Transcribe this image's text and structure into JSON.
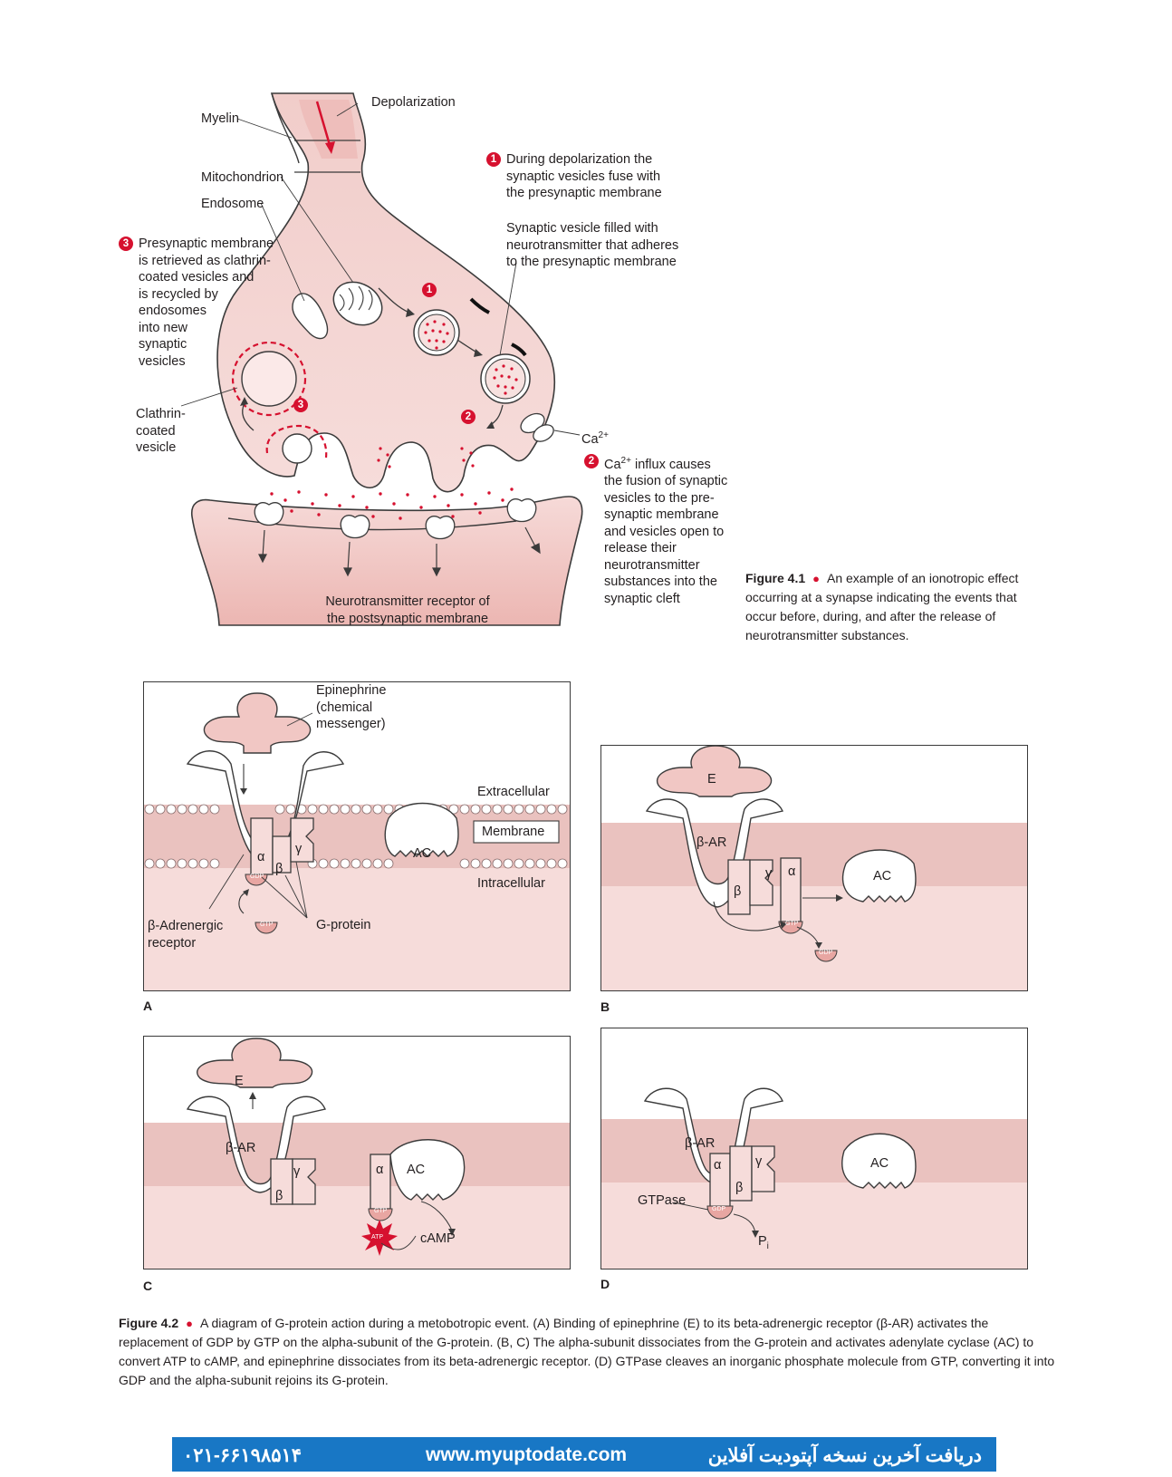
{
  "fig41": {
    "labels": {
      "myelin": "Myelin",
      "depolarization": "Depolarization",
      "mitochondrion": "Mitochondrion",
      "endosome": "Endosome",
      "step3": "Presynaptic membrane\nis retrieved as clathrin-\ncoated vesicles and\nis recycled by\nendosomes\ninto new\nsynaptic\nvesicles",
      "clathrin": "Clathrin-\ncoated\nvesicle",
      "step1": "During depolarization the\nsynaptic vesicles fuse with\nthe presynaptic membrane",
      "synaptic_vesicle": "Synaptic vesicle filled with\nneurotransmitter that adheres\nto the presynaptic membrane",
      "ca": "Ca",
      "ca_sup": "2+",
      "step2_a": "Ca",
      "step2_sup": "2+",
      "step2_b": " influx causes\nthe fusion of synaptic\nvesicles to the pre-\nsynaptic membrane\nand vesicles open to\nrelease their\nneurotransmitter\nsubstances into the\nsynaptic cleft",
      "receptor": "Neurotransmitter receptor of\nthe postsynaptic membrane"
    },
    "markers": {
      "one": "1",
      "two": "2",
      "three": "3"
    },
    "caption_title": "Figure 4.1",
    "caption_text": "An example of an ionotropic effect\noccurring at a synapse indicating the events that\noccur before, during, and after the release of\nneurotransmitter substances."
  },
  "fig42": {
    "panelA": {
      "label": "A",
      "epinephrine": "Epinephrine\n(chemical\nmessenger)",
      "extracellular": "Extracellular",
      "membrane": "Membrane",
      "intracellular": "Intracellular",
      "ac": "AC",
      "receptor": "β-Adrenergic\nreceptor",
      "gprotein": "G-protein",
      "alpha": "α",
      "beta": "β",
      "gamma": "γ",
      "gdp": "GDP",
      "gtp": "GTP"
    },
    "panelB": {
      "label": "B",
      "e": "E",
      "bar": "β-AR",
      "ac": "AC",
      "alpha": "α",
      "beta": "β",
      "gamma": "γ",
      "gtp": "GTP",
      "gdp": "GDP"
    },
    "panelC": {
      "label": "C",
      "e": "E",
      "bar": "β-AR",
      "ac": "AC",
      "alpha": "α",
      "beta": "β",
      "gamma": "γ",
      "gtp": "GTP",
      "atp": "ATP",
      "camp": "cAMP"
    },
    "panelD": {
      "label": "D",
      "bar": "β-AR",
      "ac": "AC",
      "alpha": "α",
      "beta": "β",
      "gamma": "γ",
      "gtpase": "GTPase",
      "gdp": "GDP",
      "pi": "P",
      "pi_sub": "i"
    },
    "caption_title": "Figure 4.2",
    "caption_text": "A diagram of G-protein action during a metobotropic event. (A) Binding of epinephrine (E) to its beta-adrenergic receptor (β-AR) activates the\nreplacement of GDP by GTP on the alpha-subunit of the G-protein. (B, C) The alpha-subunit dissociates from the G-protein and activates adenylate cyclase (AC) to\nconvert ATP to cAMP, and epinephrine dissociates from its beta-adrenergic receptor. (D) GTPase cleaves an inorganic phosphate molecule from GTP, converting it into\nGDP and the alpha-subunit rejoins its G-protein."
  },
  "footer": {
    "phone": "۰۲۱-۶۶۱۹۸۵۱۴",
    "site": "www.myuptodate.com",
    "persian": "دریافت آخرین نسخه آپتودیت آفلاین"
  },
  "colors": {
    "pink": "#f3cfcc",
    "pink_dark": "#e8aaa6",
    "red": "#d6112f",
    "footer": "#1877c5"
  }
}
